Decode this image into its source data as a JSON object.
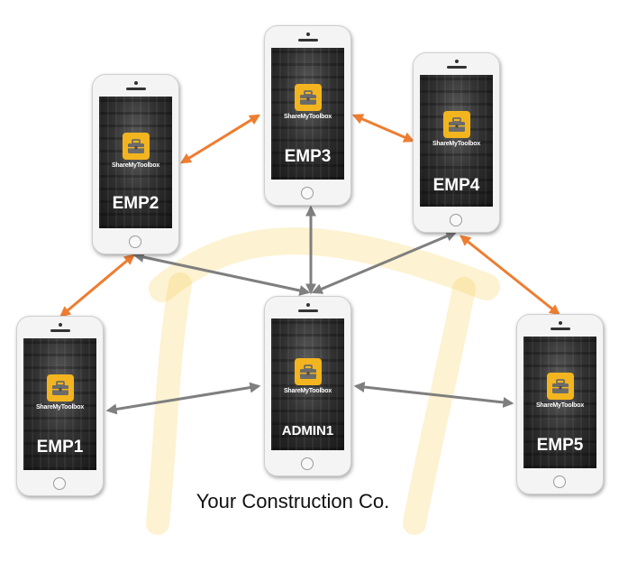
{
  "brand": "ShareMyToolbox",
  "caption": "Your Construction Co.",
  "colors": {
    "peer_link": "#ee7d31",
    "admin_link": "#7f7f7f",
    "roof": "#f7d25a",
    "logo": "#f3b51f"
  },
  "icons": {
    "logo": "toolbox-icon"
  },
  "phones": [
    {
      "id": "emp2",
      "label": "EMP2"
    },
    {
      "id": "emp3",
      "label": "EMP3"
    },
    {
      "id": "emp4",
      "label": "EMP4"
    },
    {
      "id": "emp1",
      "label": "EMP1"
    },
    {
      "id": "admin1",
      "label": "ADMIN1"
    },
    {
      "id": "emp5",
      "label": "EMP5"
    }
  ],
  "links": [
    {
      "from": "emp2",
      "to": "emp3",
      "type": "peer"
    },
    {
      "from": "emp3",
      "to": "emp4",
      "type": "peer"
    },
    {
      "from": "emp1",
      "to": "emp2",
      "type": "peer"
    },
    {
      "from": "emp4",
      "to": "emp5",
      "type": "peer"
    },
    {
      "from": "admin1",
      "to": "emp2",
      "type": "admin"
    },
    {
      "from": "admin1",
      "to": "emp3",
      "type": "admin"
    },
    {
      "from": "admin1",
      "to": "emp4",
      "type": "admin"
    },
    {
      "from": "admin1",
      "to": "emp1",
      "type": "admin"
    },
    {
      "from": "admin1",
      "to": "emp5",
      "type": "admin"
    }
  ]
}
